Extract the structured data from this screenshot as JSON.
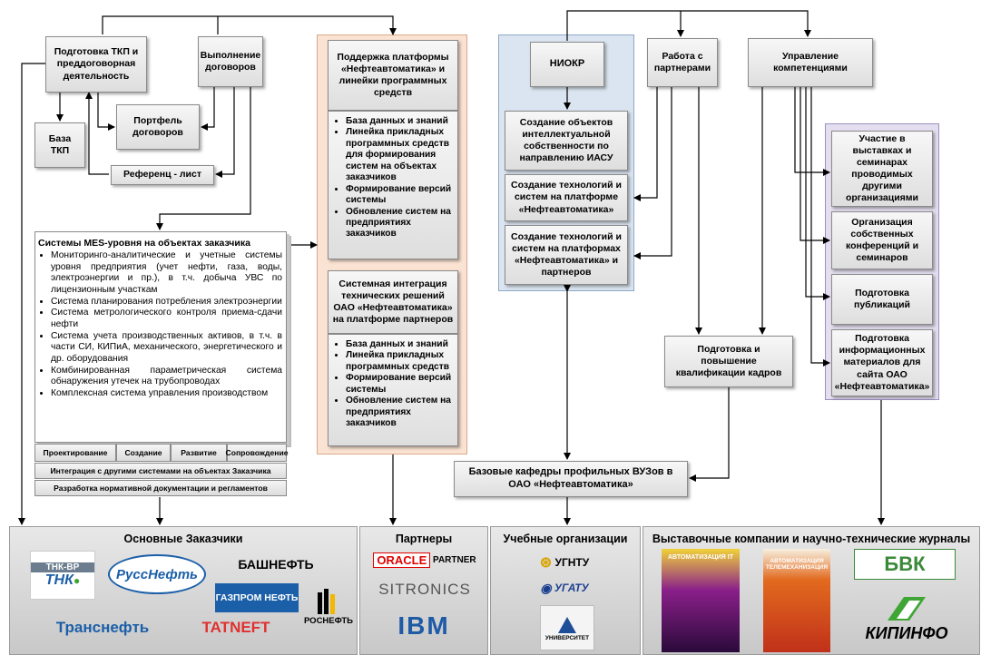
{
  "left": {
    "tkp": "Подготовка ТКП и преддоговорная деятельность",
    "contracts": "Выполнение договоров",
    "base_tkp": "База ТКП",
    "portfolio": "Портфель договоров",
    "reference": "Референц - лист",
    "mes_title": "Системы MES-уровня на объектах заказчика",
    "mes_items": [
      "Мониторинго-аналитические и учетные системы уровня предприятия (учет нефти, газа, воды, электроэнергии и пр.), в т.ч. добыча УВС по лицензионным участкам",
      "Система планирования потребления электроэнергии",
      "Система метрологического контроля приема-сдачи нефти",
      "Система учета производственных активов, в т.ч. в части СИ, КИПиА, механического, энергетического и др. оборудования",
      "Комбинированная параметрическая система обнаружения утечек на трубопроводах",
      "Комплексная система управления производством"
    ],
    "phases": [
      "Проектирование",
      "Создание",
      "Развитие",
      "Сопровождение"
    ],
    "integration": "Интеграция с другими системами на объектах Заказчика",
    "normative": "Разработка нормативной документации и регламентов"
  },
  "platform": {
    "title": "Поддержка платформы «Нефтеавтоматика» и линейки программных средств",
    "items": [
      "База данных и знаний",
      "Линейка прикладных программных средств для формирования систем на объектах заказчиков",
      "Формирование версий системы",
      "Обновление систем на предприятиях заказчиков"
    ],
    "integration_title": "Системная интеграция технических решений ОАО «Нефтеавтоматика» на платформе партнеров",
    "integration_items": [
      "База данных и знаний",
      "Линейка прикладных программных средств",
      "Формирование версий системы",
      "Обновление систем на предприятиях заказчиков"
    ]
  },
  "rnd": {
    "niokr": "НИОКР",
    "ip": "Создание объектов интеллектуальной собственности по направлению ИАСУ",
    "tech_platform": "Создание технологий и систем на платформе «Нефтеавтоматика»",
    "tech_partners": "Создание технологий и систем на платформах «Нефтеавтоматика» и партнеров"
  },
  "partners_work": "Работа с партнерами",
  "competence": "Управление компетенциями",
  "staff": "Подготовка и повышение квалификации кадров",
  "universities": "Базовые кафедры профильных ВУЗов в ОАО «Нефтеавтоматика»",
  "competence_items": [
    "Участие в выставках и семинарах проводимых другими организациями",
    "Организация собственных конференций и семинаров",
    "Подготовка публикаций",
    "Подготовка информационных материалов для сайта ОАО «Нефтеавтоматика»"
  ],
  "bottom": {
    "customers_title": "Основные Заказчики",
    "partners_title": "Партнеры",
    "edu_title": "Учебные организации",
    "expo_title": "Выставочные компании и научно-технические журналы",
    "customers": [
      "ТНК-ВР",
      "РуссНефть",
      "БАШНЕФТЬ",
      "ГАЗПРОМ НЕФТЬ",
      "РОСНЕФТЬ",
      "Транснефть",
      "TATNEFT"
    ],
    "partners": [
      "ORACLE",
      "PARTNER",
      "SITRONICS",
      "IBM"
    ],
    "edu": [
      "УГНТУ",
      "УГАТУ",
      "УНИВЕРСИТЕТ"
    ],
    "expo": [
      "АВТОМАТИЗАЦИЯ IT",
      "АВТОМАТИЗАЦИЯ ТЕЛЕМЕХАНИЗАЦИЯ",
      "БВК",
      "КИПИНФО"
    ]
  },
  "colors": {
    "platform_bg": "#fbe3d3",
    "platform_border": "#d9a98a",
    "rnd_bg": "#dbe5f1",
    "rnd_border": "#8ea7c6",
    "competence_bg": "#e4dff0",
    "competence_border": "#9d8fc0"
  }
}
